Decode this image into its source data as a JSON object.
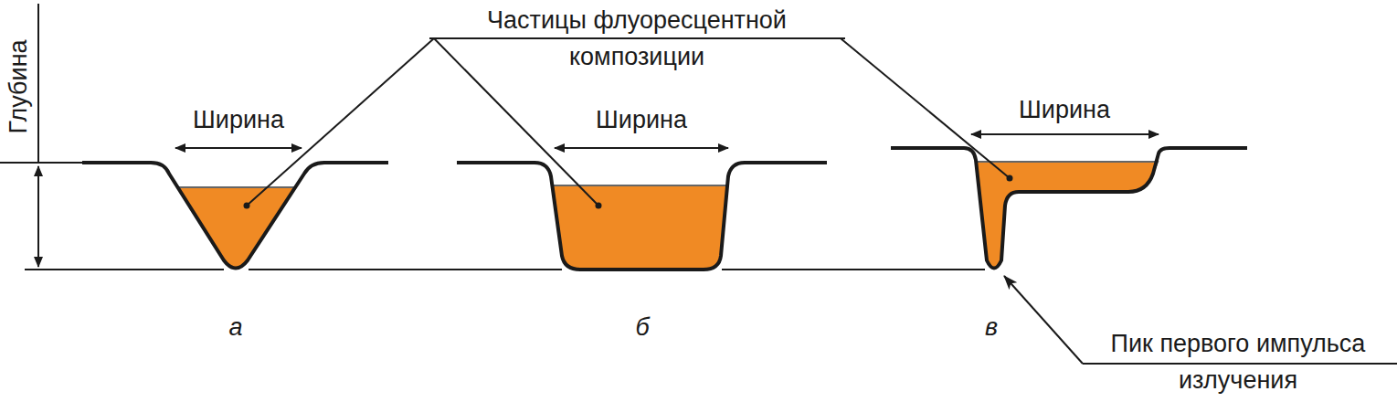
{
  "diagram": {
    "labels": [
      "Частицы флуоресцентной композиции",
      "Глубина",
      "Ширина",
      "Ширина",
      "Ширина",
      "а",
      "б",
      "в",
      "Пик первого импульса излучения"
    ]
  }
}
